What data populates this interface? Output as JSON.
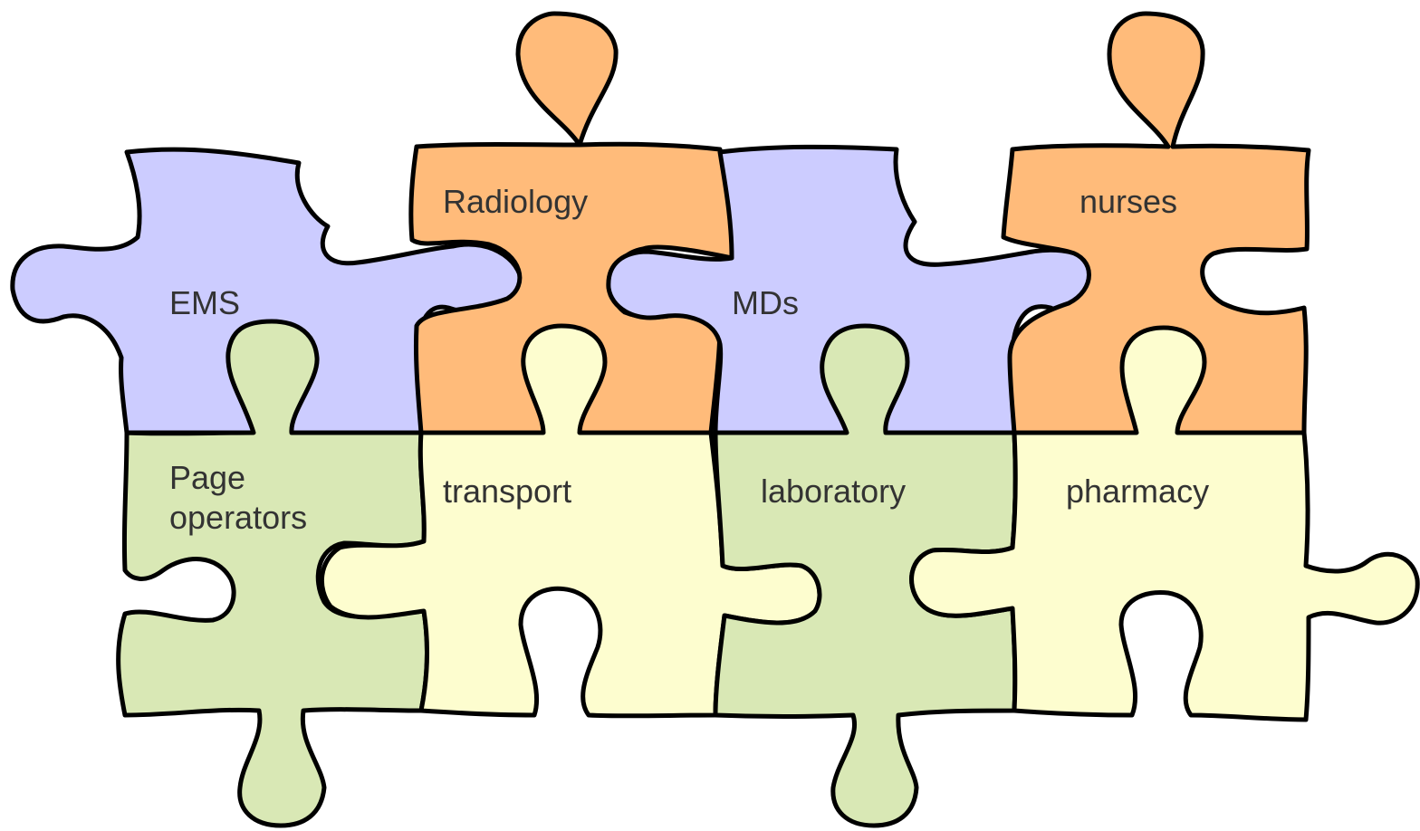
{
  "colors": {
    "blue": "#ccccff",
    "orange": "#ffbb7a",
    "green": "#d9e8b5",
    "yellow": "#fdfdcf",
    "outline": "#000000",
    "text": "#333333"
  },
  "pieces": [
    {
      "id": "ems",
      "label": "EMS",
      "color": "blue"
    },
    {
      "id": "radiology",
      "label": "Radiology",
      "color": "orange"
    },
    {
      "id": "mds",
      "label": "MDs",
      "color": "blue"
    },
    {
      "id": "nurses",
      "label": "nurses",
      "color": "orange"
    },
    {
      "id": "page-operators",
      "label": "Page\noperators",
      "color": "green"
    },
    {
      "id": "transport",
      "label": "transport",
      "color": "yellow"
    },
    {
      "id": "laboratory",
      "label": "laboratory",
      "color": "green"
    },
    {
      "id": "pharmacy",
      "label": "pharmacy",
      "color": "yellow"
    }
  ]
}
